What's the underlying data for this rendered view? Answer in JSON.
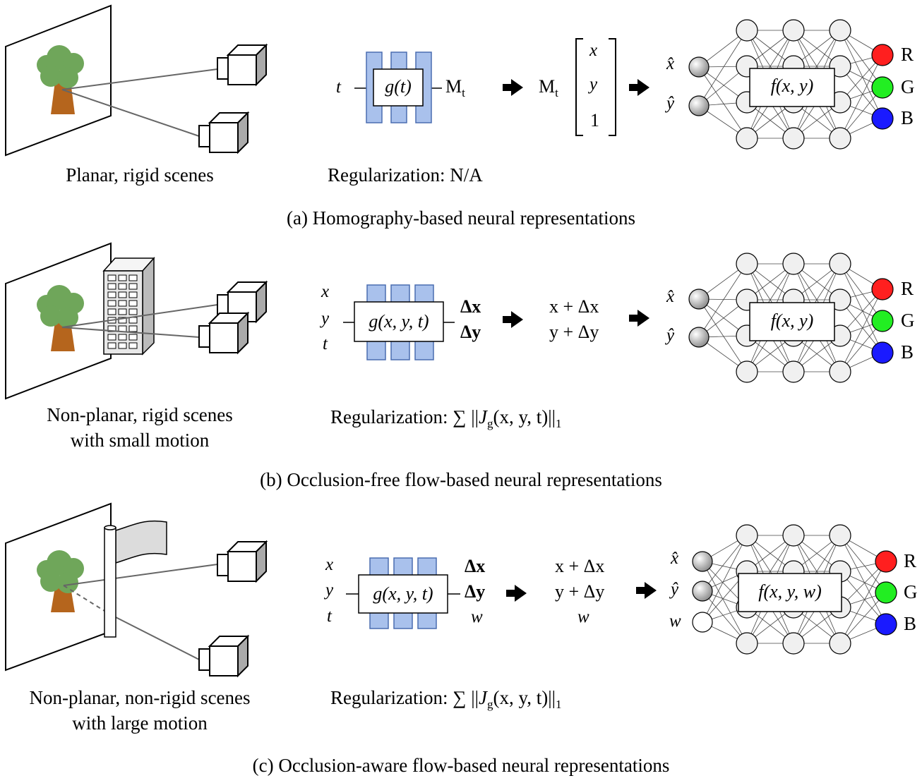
{
  "panels": [
    {
      "scene_caption_lines": [
        "Planar, rigid scenes"
      ],
      "mapping_input": "t",
      "mapping_fn": "g(t)",
      "mapping_output": "M",
      "mapping_output_sub": "t",
      "warp_prefix": "M",
      "warp_prefix_sub": "t",
      "warp_vector": [
        "x",
        "y",
        "1"
      ],
      "regularization_label": "Regularization: N/A",
      "net_inputs": [
        "x̂",
        "ŷ"
      ],
      "net_fn": "f(x, y)",
      "net_outputs": [
        "R",
        "G",
        "B"
      ],
      "panel_caption": "(a) Homography-based neural representations"
    },
    {
      "scene_caption_lines": [
        "Non-planar, rigid scenes",
        "with small motion"
      ],
      "mapping_inputs": [
        "x",
        "y",
        "t"
      ],
      "mapping_fn": "g(x, y, t)",
      "mapping_outputs": [
        "Δx",
        "Δy"
      ],
      "warp_lines": [
        "x + Δx",
        "y + Δy"
      ],
      "regularization_prefix": "Regularization: ∑ ||",
      "regularization_J": "J",
      "regularization_J_sub": "g",
      "regularization_args": "(x, y, t)||",
      "regularization_norm_sub": "1",
      "net_inputs": [
        "x̂",
        "ŷ"
      ],
      "net_fn": "f(x, y)",
      "net_outputs": [
        "R",
        "G",
        "B"
      ],
      "panel_caption": "(b) Occlusion-free flow-based neural representations"
    },
    {
      "scene_caption_lines": [
        "Non-planar, non-rigid scenes",
        "with large motion"
      ],
      "mapping_inputs": [
        "x",
        "y",
        "t"
      ],
      "mapping_fn": "g(x, y, t)",
      "mapping_outputs": [
        "Δx",
        "Δy",
        "w"
      ],
      "warp_lines": [
        "x + Δx",
        "y + Δy",
        "w"
      ],
      "regularization_prefix": "Regularization: ∑ ||",
      "regularization_J": "J",
      "regularization_J_sub": "g",
      "regularization_args": "(x, y, t)||",
      "regularization_norm_sub": "1",
      "net_inputs": [
        "x̂",
        "ŷ",
        "w"
      ],
      "net_fn": "f(x, y, w)",
      "net_outputs": [
        "R",
        "G",
        "B"
      ],
      "panel_caption": "(c) Occlusion-aware flow-based neural representations"
    }
  ],
  "colors": {
    "tree_canopy": "#6fa65a",
    "tree_trunk": "#b5651d",
    "mapping_block": "#a9c1ec",
    "mapping_block_stroke": "#4a6db0",
    "neuron_fill": "#f0f0f0",
    "red": "#ff1f1f",
    "green": "#22ee22",
    "blue": "#1a1aff",
    "flag": "#dcdcdc",
    "building": "#e8e8e8"
  },
  "icons": [
    "arrow-right-icon",
    "camera-icon",
    "tree-icon",
    "building-icon",
    "flag-icon"
  ]
}
